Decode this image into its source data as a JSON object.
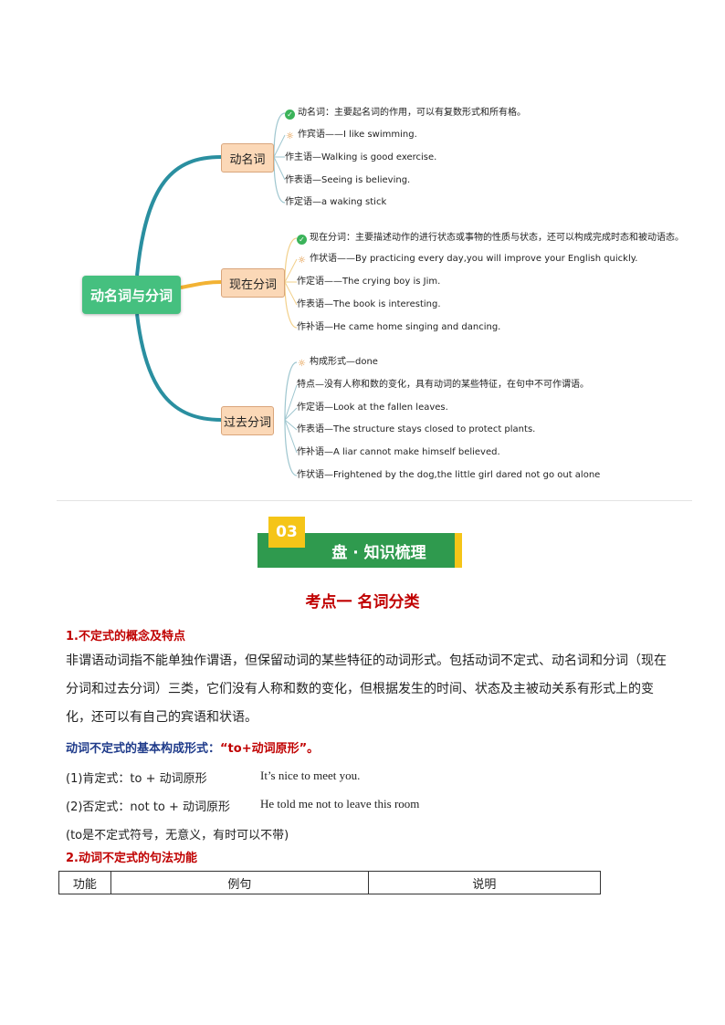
{
  "mindmap": {
    "root": "动名词与分词",
    "branches": [
      {
        "label": "动名词",
        "leaves": [
          {
            "icon": "check",
            "text": "动名词：主要起名词的作用，可以有复数形式和所有格。"
          },
          {
            "icon": "bulb",
            "text": "作宾语——I like swimming."
          },
          {
            "icon": "",
            "text": "作主语—Walking is good exercise."
          },
          {
            "icon": "",
            "text": "作表语—Seeing is believing."
          },
          {
            "icon": "",
            "text": "作定语—a waking stick"
          }
        ]
      },
      {
        "label": "现在分词",
        "leaves": [
          {
            "icon": "check",
            "text": "现在分词：主要描述动作的进行状态或事物的性质与状态，还可以构成完成时态和被动语态。"
          },
          {
            "icon": "bulb",
            "text": "作状语——By practicing every day,you will improve your English quickly."
          },
          {
            "icon": "",
            "text": "作定语——The crying boy is Jim."
          },
          {
            "icon": "",
            "text": "作表语—The book is interesting."
          },
          {
            "icon": "",
            "text": "作补语—He came home singing and dancing."
          }
        ]
      },
      {
        "label": "过去分词",
        "leaves": [
          {
            "icon": "bulb",
            "text": "构成形式—done"
          },
          {
            "icon": "",
            "text": "特点—没有人称和数的变化，具有动词的某些特征，在句中不可作谓语。"
          },
          {
            "icon": "",
            "text": "作定语—Look at the fallen leaves."
          },
          {
            "icon": "",
            "text": "作表语—The structure stays closed to protect plants."
          },
          {
            "icon": "",
            "text": "作补语—A liar cannot make himself believed."
          },
          {
            "icon": "",
            "text": "作状语—Frightened by the dog,the little girl dared not go out alone"
          }
        ]
      }
    ]
  },
  "banner": {
    "number": "03",
    "title": "盘 · 知识梳理"
  },
  "subtitle": "考点一  名词分类",
  "section1": {
    "heading": "1.不定式的概念及特点",
    "paragraph": "非谓语动词指不能单独作谓语，但保留动词的某些特征的动词形式。包括动词不定式、动名词和分词（现在分词和过去分词）三类，它们没有人称和数的变化，但根据发生的时间、状态及主被动关系有形式上的变化，还可以有自己的宾语和状语。",
    "form_label": "动词不定式的基本构成形式：",
    "form_value": "“to+动词原形”。",
    "positive": {
      "label": "(1)肯定式：to + 动词原形",
      "example": "It’s nice to meet you."
    },
    "negative": {
      "label": "(2)否定式：not to + 动词原形",
      "example": "He told me not to leave this room"
    },
    "note": "(to是不定式符号，无意义，有时可以不带)"
  },
  "section2": {
    "heading": "2.动词不定式的句法功能",
    "table_headers": [
      "功能",
      "例句",
      "说明"
    ]
  },
  "colors": {
    "accent_red": "#c00000",
    "banner_green": "#2f9a4e",
    "banner_yellow": "#f5c518",
    "root_green": "#45c07f",
    "curve_teal": "#2a8fa0"
  }
}
